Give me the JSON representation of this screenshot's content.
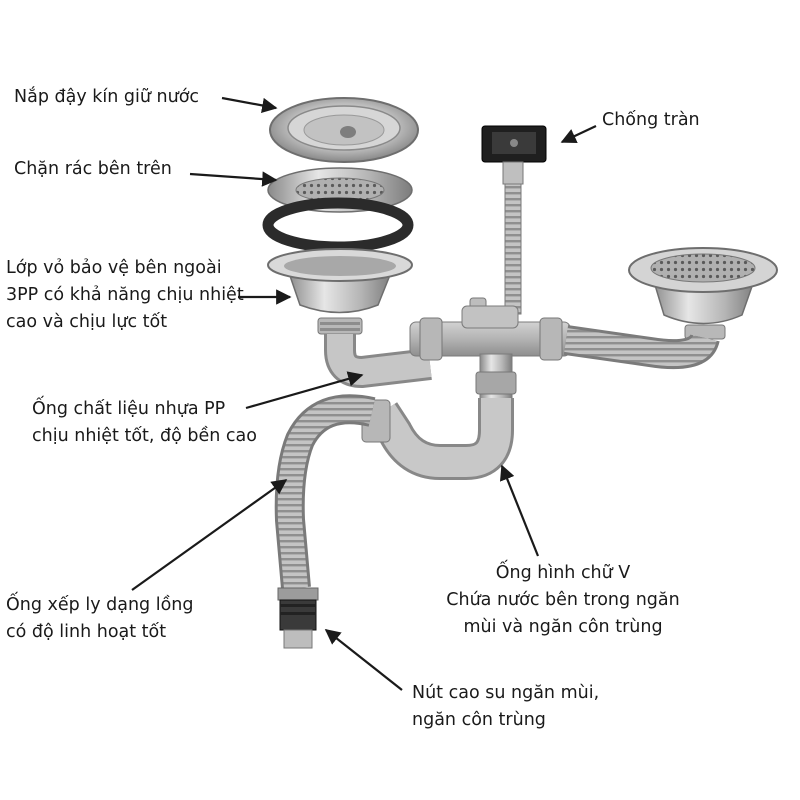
{
  "labels": {
    "lid": [
      "Nắp đậy kín giữ nước"
    ],
    "strainer": [
      "Chặn rác bên trên"
    ],
    "shell": [
      "Lớp vỏ bảo vệ bên ngoài",
      "3PP có khả năng chịu nhiệt",
      "cao và chịu lực tốt"
    ],
    "pipe": [
      "Ống chất liệu nhựa PP",
      "chịu nhiệt tốt, độ bền cao"
    ],
    "overflow": [
      "Chống tràn"
    ],
    "bellows": [
      "Ống xếp ly dạng lồng",
      "có độ linh hoạt tốt"
    ],
    "vtrap": [
      "Ống hình chữ V",
      "Chứa nước bên trong ngăn",
      "mùi và ngăn côn trùng"
    ],
    "plug": [
      "Nút cao su ngăn mùi,",
      "ngăn côn trùng"
    ]
  },
  "colors": {
    "text": "#1a1a1a",
    "arrow": "#1a1a1a",
    "pipe": "#a9a9a9",
    "metal": "#cfcfcf",
    "gasket": "#2b2b2b"
  }
}
